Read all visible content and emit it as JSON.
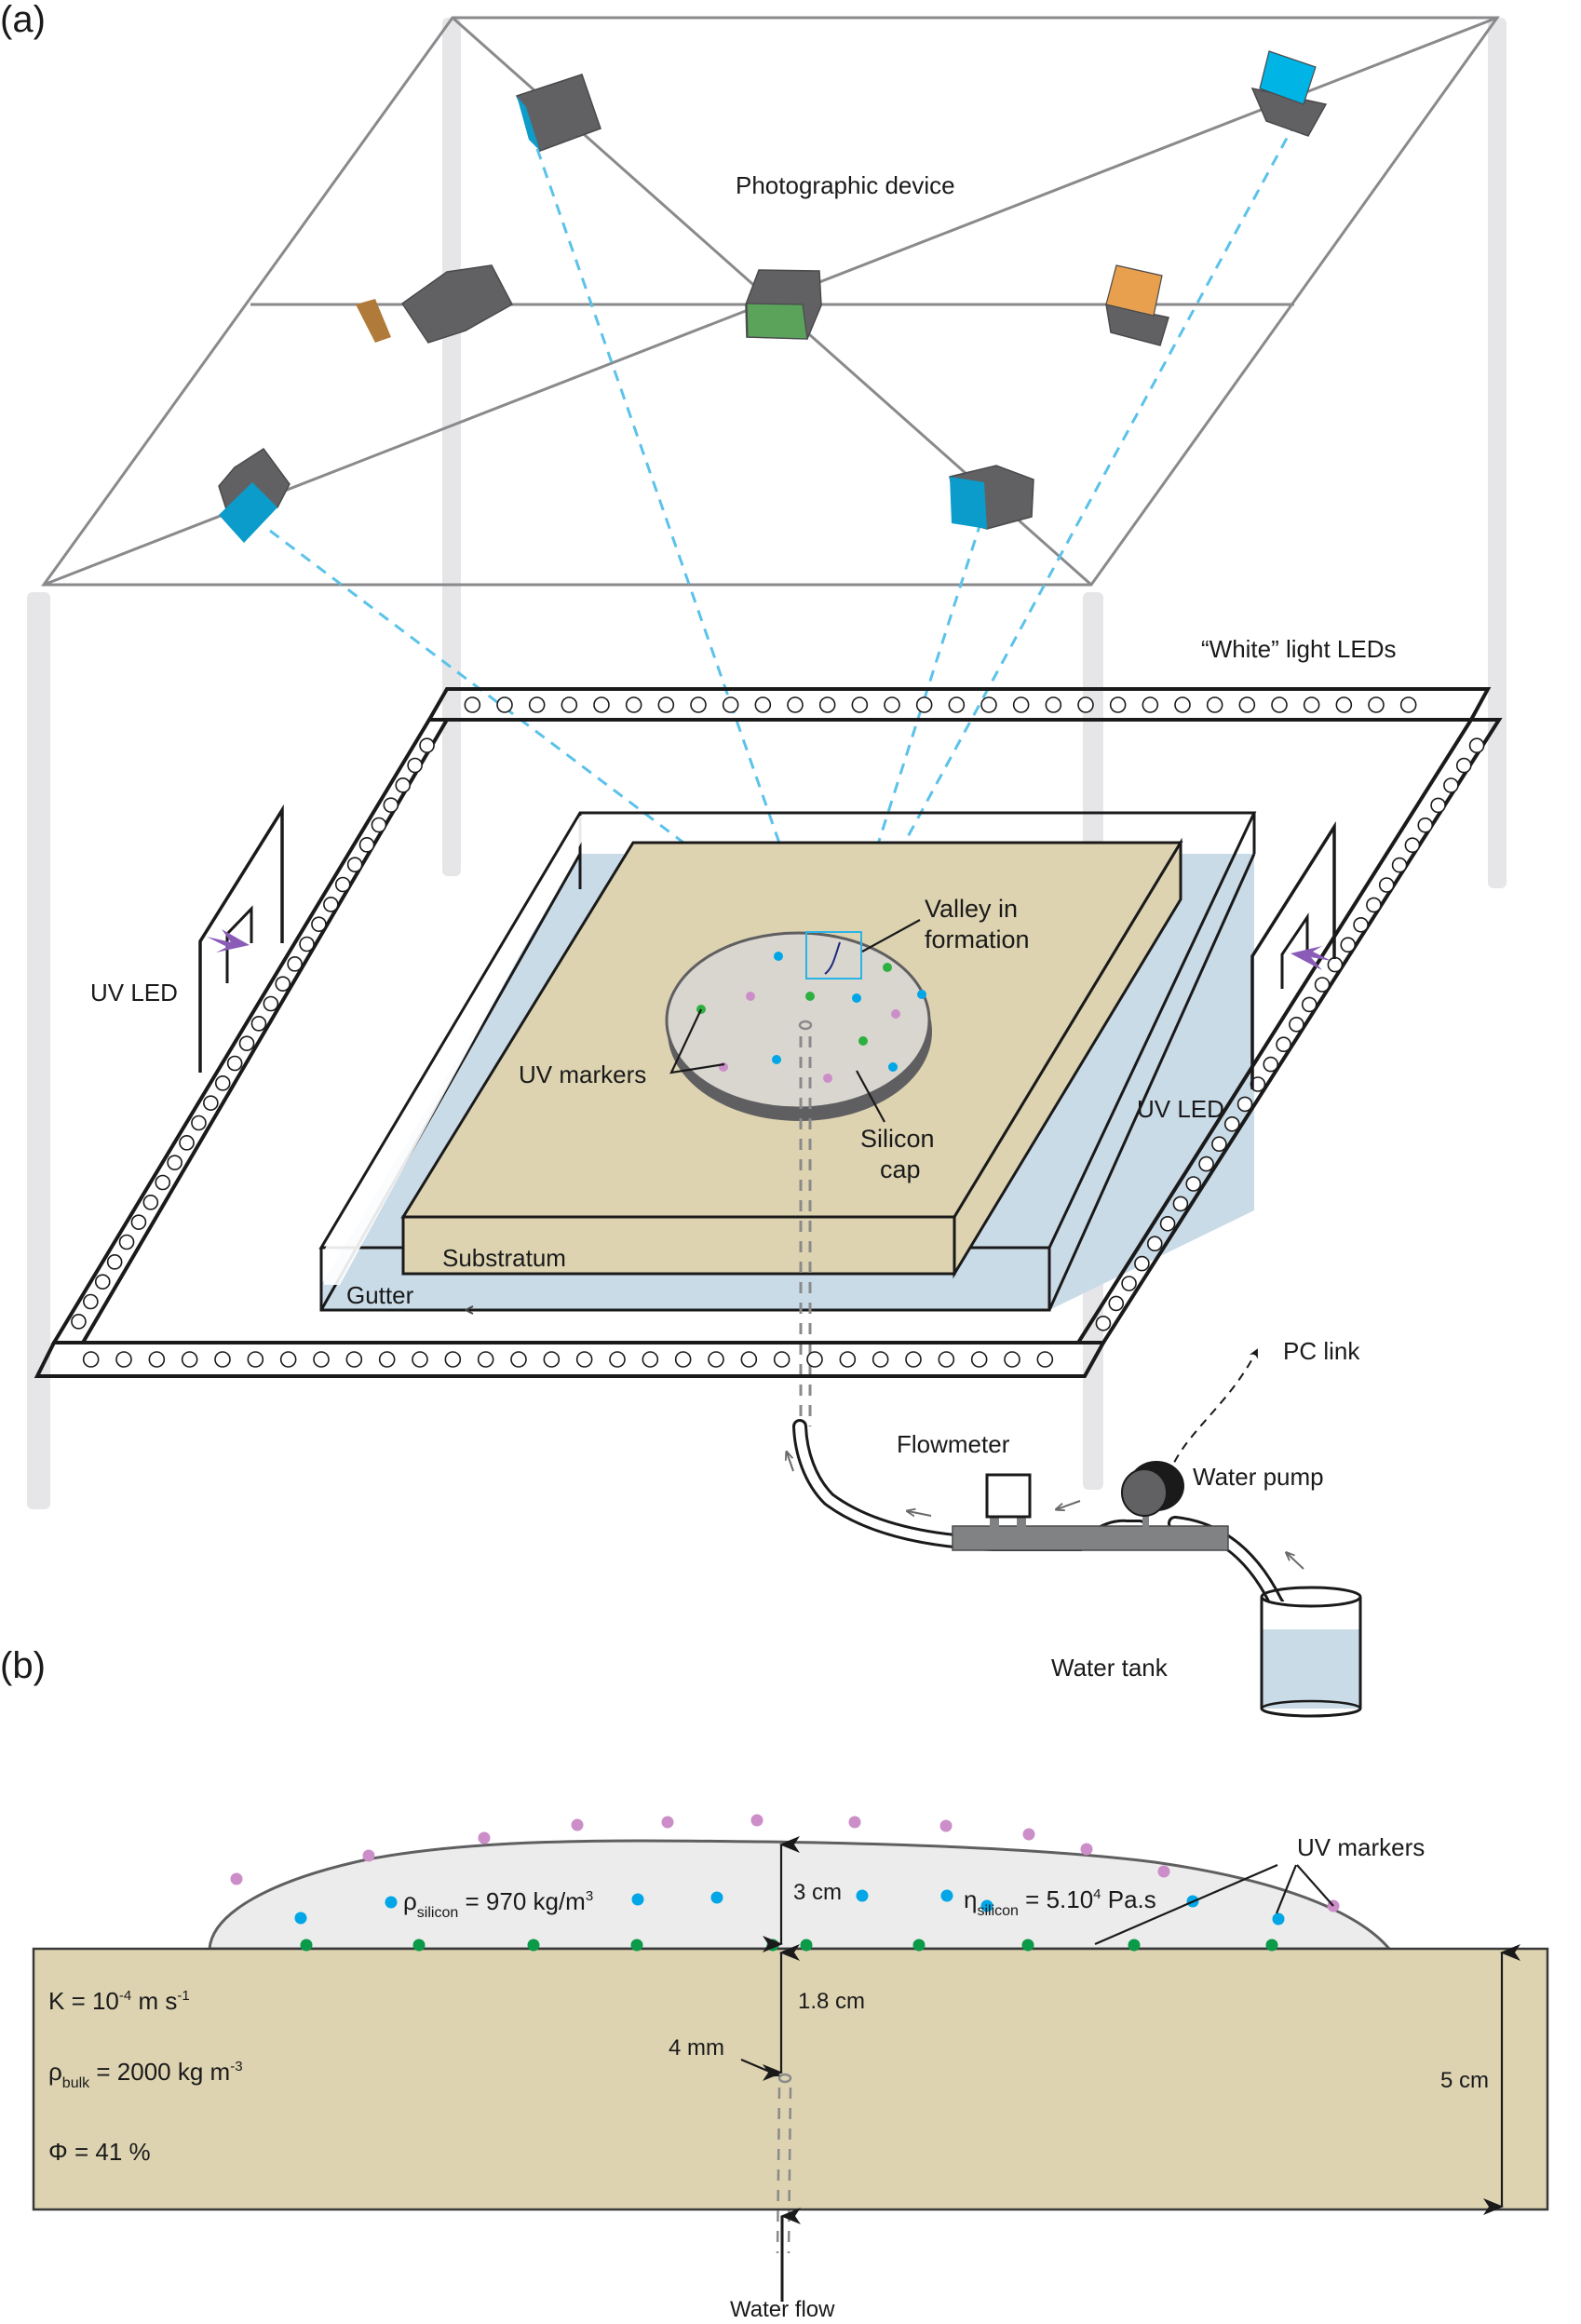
{
  "panel_a": {
    "label": "(a)",
    "labels": {
      "photographic_device": "Photographic device",
      "white_leds": "“White” light LEDs",
      "uv_led_left": "UV LED",
      "uv_led_right": "UV LED",
      "valley_line1": "Valley in",
      "valley_line2": "formation",
      "uv_markers": "UV markers",
      "silicon_line1": "Silicon",
      "silicon_line2": "cap",
      "substratum": "Substratum",
      "gutter": "Gutter",
      "pc_link": "PC link",
      "flowmeter": "Flowmeter",
      "water_pump": "Water pump",
      "water_tank": "Water tank"
    },
    "cameras": [
      {
        "name": "camera-back-left",
        "face_color": "#0e9cc8"
      },
      {
        "name": "camera-back-right",
        "face_color": "#00b4e6"
      },
      {
        "name": "camera-mid-left",
        "face_color": "#b07a3a"
      },
      {
        "name": "camera-center",
        "face_color": "#5ba35b"
      },
      {
        "name": "camera-mid-right",
        "face_color": "#e8a04e"
      },
      {
        "name": "camera-front-left",
        "face_color": "#0b9ccb"
      },
      {
        "name": "camera-front-right",
        "face_color": "#0b9ccb"
      }
    ],
    "colors": {
      "substratum": "#ddd3b1",
      "gutter_water": "#cadbe8",
      "silicon_cap": "#d9d6cf",
      "rays": "#5bc2ea",
      "uv_arrow": "#8a5cb8"
    }
  },
  "panel_b": {
    "label": "(b)",
    "labels": {
      "rho_silicon_symbol": "ρ",
      "rho_silicon_sub": "silicon",
      "rho_silicon_value": " = 970 kg/m",
      "rho_silicon_sup": "3",
      "eta_symbol": "η",
      "eta_sub": "silicon",
      "eta_value": " = 5.10",
      "eta_sup": "4",
      "eta_unit": " Pa.s",
      "uv_markers": "UV markers",
      "dim_3cm": "3 cm",
      "dim_1_8cm": "1.8 cm",
      "dim_4mm": "4 mm",
      "dim_5cm": "5 cm",
      "k_main": "K = 10",
      "k_sup": "-4",
      "k_unit": " m s",
      "k_unit_sup": "-1",
      "rho_bulk_symbol": "ρ",
      "rho_bulk_sub": "bulk",
      "rho_bulk_value": " = 2000 kg m",
      "rho_bulk_sup": "-3",
      "phi": "Φ = 41 %",
      "water_flow": "Water flow"
    },
    "marker_colors": {
      "surface": "#cc8ec8",
      "internal": "#00a6e6",
      "base": "#0a9a48"
    }
  }
}
